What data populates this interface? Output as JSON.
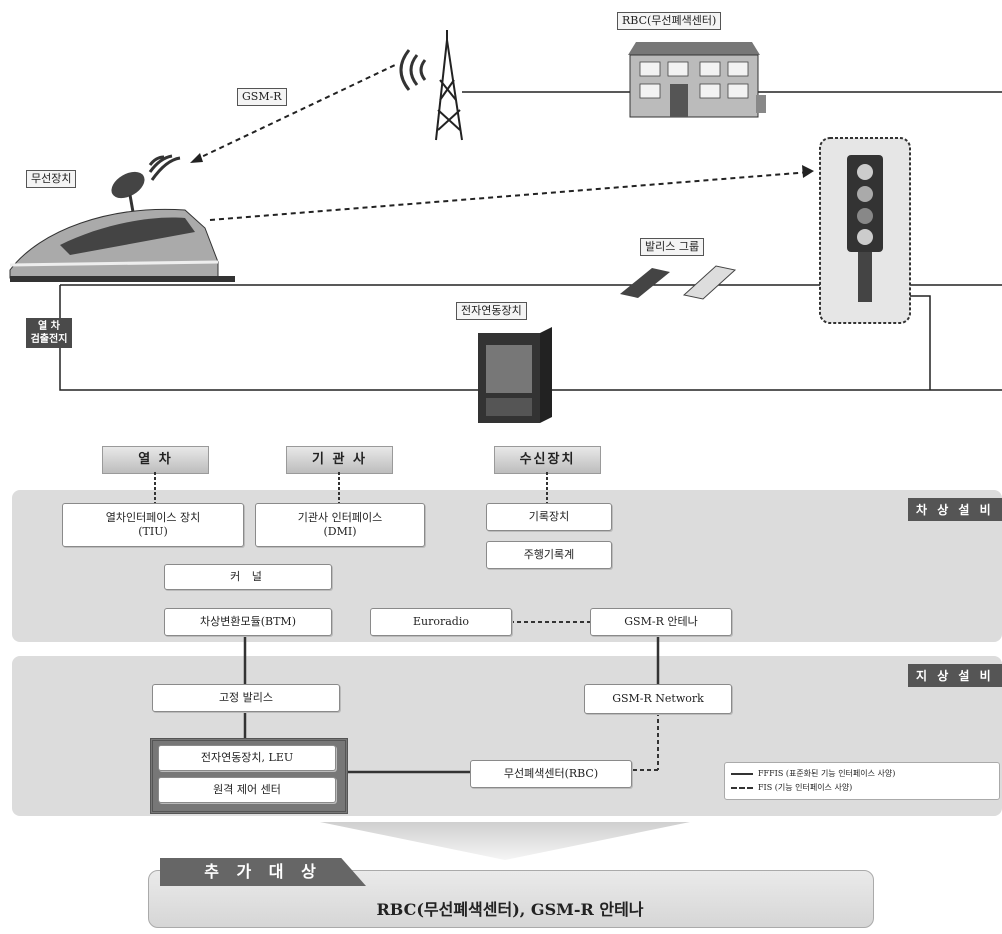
{
  "top": {
    "rbc_label": "RBC(무선폐색센터)",
    "gsmr_label": "GSM-R",
    "radio_label": "무선장치",
    "balise_label": "발리스 그룹",
    "leu_label": "전자연동장치",
    "train_detect_label": "열 차\n검출전지"
  },
  "categories": {
    "train": "열 차",
    "driver": "기 관 사",
    "receiver": "수신장치"
  },
  "onboard": {
    "title": "차 상 설 비",
    "tiu": "열차인터페이스 장치\n(TIU)",
    "dmi": "기관사 인터페이스\n(DMI)",
    "recorder": "기록장치",
    "odometer": "주행기록계",
    "kernel": "커 널",
    "btm": "차상변환모듈(BTM)",
    "euroradio": "Euroradio",
    "gsmr_antenna": "GSM-R 안테나"
  },
  "wayside": {
    "title": "지 상 설 비",
    "fixed_balise": "고정 발리스",
    "gsmr_network": "GSM-R Network",
    "leu": "전자연동장치, LEU",
    "remote": "원격 제어 센터",
    "rbc": "무선폐색센터(RBC)",
    "legend_solid": "FFFIS (표준화된 기능 인터페이스 사양)",
    "legend_dashed": "FIS (기능 인터페이스 사양)"
  },
  "addition": {
    "title": "추 가 대 상",
    "content": "RBC(무선폐색센터), GSM-R 안테나"
  }
}
